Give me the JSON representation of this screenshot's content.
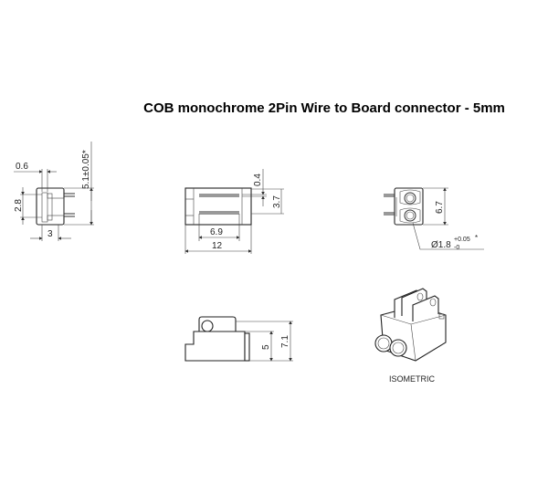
{
  "title": "COB monochrome 2Pin Wire to Board connector - 5mm",
  "front_view": {
    "dim_slot_width": "0.6",
    "dim_height": "5.1±0.05*",
    "dim_pitch": "2.8",
    "dim_width": "3"
  },
  "top_view": {
    "dim_gap": "0.4",
    "dim_pin_spacing": "3.7",
    "dim_pin_length": "6.9",
    "dim_length": "12"
  },
  "end_view": {
    "dim_height": "6.7",
    "dim_hole_dia": "Ø1.8",
    "tol_plus": "+0.05",
    "tol_minus": "-0",
    "tol_mark": "*"
  },
  "side_view": {
    "dim_body_height": "5",
    "dim_total_height": "7.1"
  },
  "isometric": {
    "label": "ISOMETRIC"
  }
}
